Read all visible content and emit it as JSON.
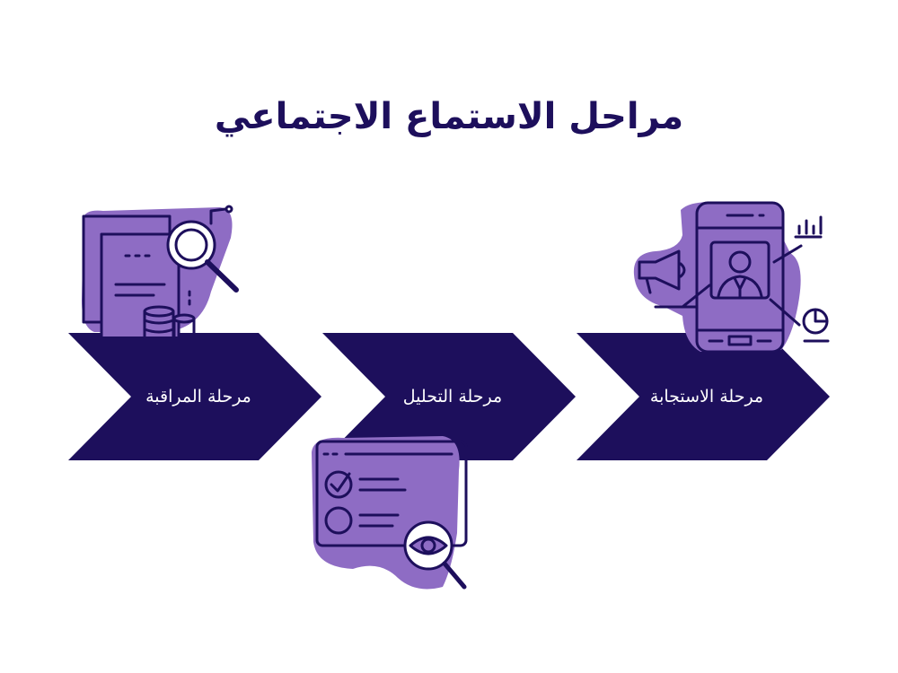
{
  "title": "مراحل الاستماع الاجتماعي",
  "colors": {
    "arrow": "#1d0f5c",
    "blob": "#8e6cc4",
    "line": "#1d0f5c",
    "background": "#ffffff"
  },
  "stages": [
    {
      "label": "مرحلة المراقبة",
      "icon": "documents-magnifier-coins-icon"
    },
    {
      "label": "مرحلة التحليل",
      "icon": "checklist-eye-magnifier-icon"
    },
    {
      "label": "مرحلة الاستجابة",
      "icon": "smartphone-user-megaphone-icon"
    }
  ]
}
